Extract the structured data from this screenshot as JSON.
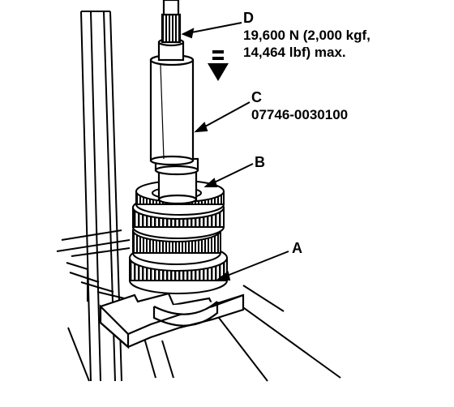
{
  "callouts": {
    "d": {
      "letter": "D",
      "line1": "19,600 N (2,000 kgf,",
      "line2": "14,464 lbf) max."
    },
    "c": {
      "letter": "C",
      "part_number": "07746-0030100"
    },
    "b": {
      "letter": "B"
    },
    "a": {
      "letter": "A"
    }
  },
  "colors": {
    "ink": "#000000",
    "paper": "#ffffff"
  },
  "icons": {
    "force_arrow": "arrow-down-icon"
  }
}
